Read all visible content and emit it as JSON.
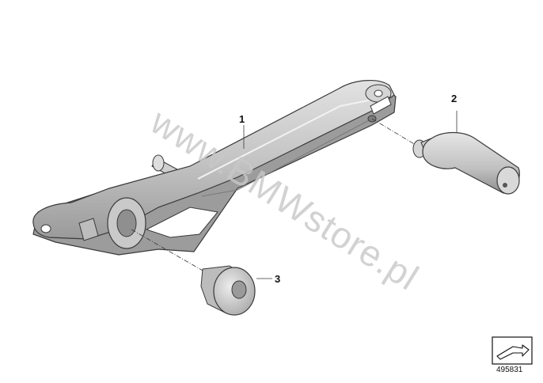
{
  "callouts": [
    {
      "id": "1",
      "label": "1"
    },
    {
      "id": "2",
      "label": "2"
    },
    {
      "id": "3",
      "label": "3"
    }
  ],
  "watermark": "www.BMWstore.pl",
  "reference_number": "495831",
  "icons": {
    "corner_symbol": "arrow-box-icon"
  },
  "colors": {
    "part_light": "#d9d9d9",
    "part_mid": "#b5b5b5",
    "part_dark": "#8a8a8a",
    "outline": "#3a3a3a",
    "text": "#111111",
    "watermark": "#c8c8c8"
  }
}
